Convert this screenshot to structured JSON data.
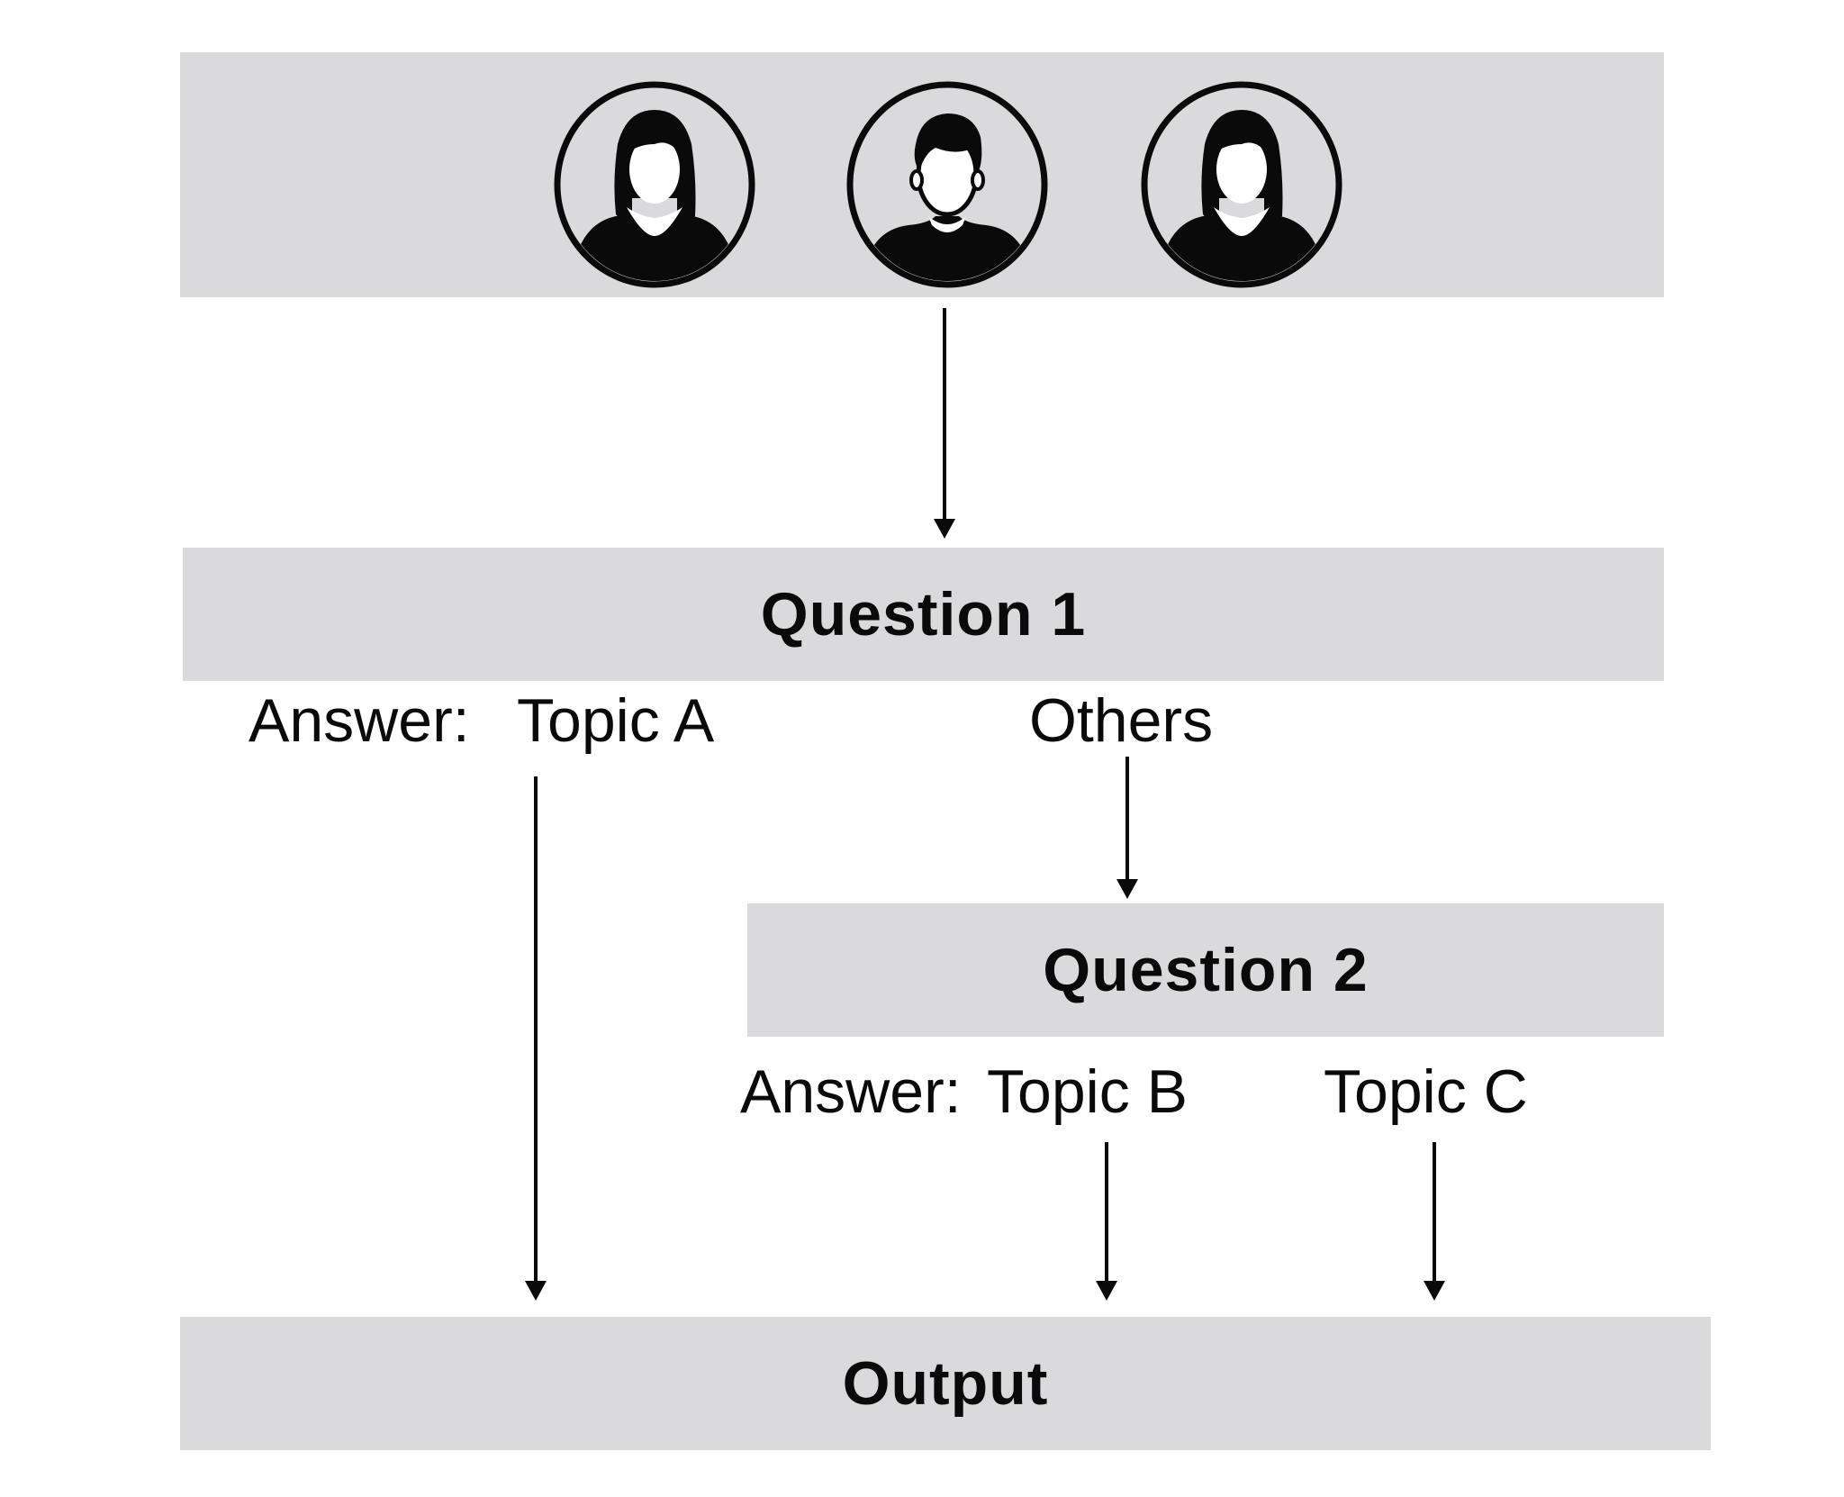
{
  "participants": [
    {
      "icon": "woman-avatar-icon"
    },
    {
      "icon": "man-avatar-icon"
    },
    {
      "icon": "woman-avatar-icon"
    }
  ],
  "boxes": {
    "question1": "Question 1",
    "question2": "Question 2",
    "output": "Output"
  },
  "branches": {
    "q1_answer_prefix": "Answer:",
    "q1_topic": "Topic A",
    "q1_others": "Others",
    "q2_answer_prefix": "Answer:",
    "q2_topic_b": "Topic B",
    "q2_topic_c": "Topic C"
  },
  "colors": {
    "panel": "#dadadc",
    "ink": "#0a0a0a"
  }
}
